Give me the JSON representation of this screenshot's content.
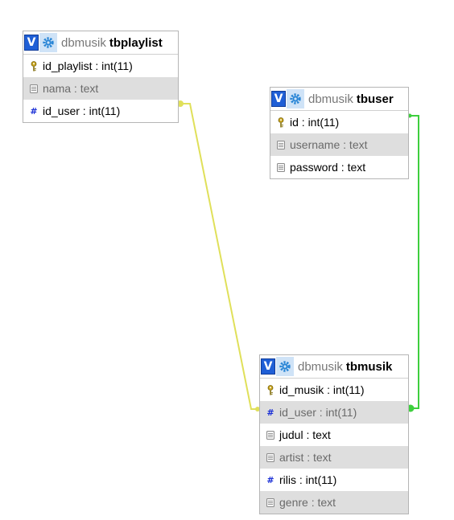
{
  "tables": {
    "tbplaylist": {
      "db": "dbmusik",
      "name": "tbplaylist",
      "columns": [
        {
          "text": "id_playlist : int(11)",
          "icon": "primary-key-icon"
        },
        {
          "text": "nama : text",
          "icon": "text-field-icon"
        },
        {
          "text": "id_user : int(11)",
          "icon": "numeric-field-icon"
        }
      ]
    },
    "tbuser": {
      "db": "dbmusik",
      "name": "tbuser",
      "columns": [
        {
          "text": "id : int(11)",
          "icon": "primary-key-icon"
        },
        {
          "text": "username : text",
          "icon": "text-field-icon"
        },
        {
          "text": "password : text",
          "icon": "text-field-icon"
        }
      ]
    },
    "tbmusik": {
      "db": "dbmusik",
      "name": "tbmusik",
      "columns": [
        {
          "text": "id_musik : int(11)",
          "icon": "primary-key-icon"
        },
        {
          "text": "id_user : int(11)",
          "icon": "numeric-field-icon"
        },
        {
          "text": "judul : text",
          "icon": "text-field-icon"
        },
        {
          "text": "artist : text",
          "icon": "text-field-icon"
        },
        {
          "text": "rilis : int(11)",
          "icon": "numeric-field-icon"
        },
        {
          "text": "genre : text",
          "icon": "text-field-icon"
        }
      ]
    }
  },
  "header_buttons": {
    "toggle_label": "V",
    "toggle_icon": "collapse-toggle-icon",
    "settings_icon": "gear-icon"
  },
  "relations": [
    {
      "from": "tbplaylist.id_user",
      "to": "tbmusik.id_user",
      "color": "#e0e05a"
    },
    {
      "from": "tbuser.id",
      "to": "tbmusik.id_user",
      "color": "#3ecf3e"
    }
  ],
  "colors": {
    "toggle_button": "#1f5fd6",
    "gear_button_bg": "#cfe3f7",
    "alt_row": "#dedede",
    "numeric_icon": "#1a2fd6",
    "relation_yellow": "#e0e05a",
    "relation_green": "#3ecf3e"
  }
}
